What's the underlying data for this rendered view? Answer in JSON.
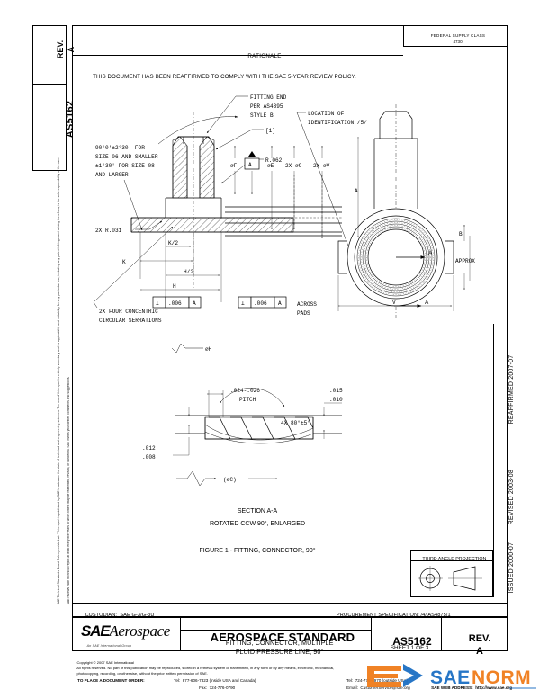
{
  "sheet": {
    "rev_label": "REV.",
    "rev_value": "A",
    "doc_number": "AS5162",
    "fsc_title": "FEDERAL SUPPLY CLASS",
    "fsc_value": "4730",
    "rationale_title": "RATIONALE",
    "rationale_text": "THIS DOCUMENT HAS BEEN REAFFIRMED TO COMPLY WITH THE SAE 5-YEAR REVIEW POLICY.",
    "left_margin_note_1": "SAE Technical Standards Board Rules provide that: “This report is published by SAE to advance the state of technical and engineering sciences. The use of this report is entirely voluntary, and its applicability and suitability for any particular use, including any patent infringement arising therefrom, is the sole responsibility of the user.”",
    "left_margin_note_2": "SAE reviews each technical report at least every five years at which time it may be reaffirmed, revised, or cancelled. SAE invites your written comments and suggestions.",
    "right_dates": [
      "REAFFIRMED 2007-07",
      "REVISED 2003-08",
      "ISSUED 2000-07"
    ],
    "third_angle_label": "THIRD ANGLE PROJECTION",
    "custodian": "CUSTODIAN:  SAE G-3/G-3U",
    "procurement": "PROCUREMENT SPECIFICATION: /4/ AS4875/1"
  },
  "titleblock": {
    "logo_sae": "SAE",
    "logo_aerospace": "Aerospace",
    "logo_sub": "An SAE International Group",
    "standard_label": "AEROSPACE STANDARD",
    "title_line1": "FITTING, CONNECTOR, MULTIPLE",
    "title_line2": "FLUID PRESSURE LINE, 90°",
    "number": "AS5162",
    "sheet_of": "SHEET 1 OF 3",
    "rev_label": "REV.",
    "rev_value": "A"
  },
  "footer": {
    "copyright": "Copyright © 2007 SAE International",
    "rights_1": "All rights reserved. No part of this publication may be reproduced, stored in a retrieval system or transmitted, in any form or by any means, electronic, mechanical,",
    "rights_2": "photocopying, recording, or otherwise, without the prior written permission of SAE.",
    "order_label": "TO PLACE A DOCUMENT ORDER:",
    "tel_inside": "Tel:  877-606-7323 (inside USA and Canada)",
    "tel_outside": "Tel:  724-776-4970 (outside USA)",
    "fax": "Fax:  724-776-0790",
    "email": "Email:  CustomerService@sae.org",
    "web": "SAE WEB ADDRESS:  http://www.sae.org",
    "watermark": "SAE NORM"
  },
  "drawing": {
    "figure_caption": "FIGURE 1 - FITTING, CONNECTOR, 90°",
    "section_caption_1": "SECTION A-A",
    "section_caption_2": "ROTATED CCW 90°, ENLARGED",
    "callouts": {
      "fitting_end_1": "FITTING END",
      "fitting_end_2": "PER AS4395",
      "fitting_end_3": "STYLE B",
      "note_ref_1": "[1]",
      "radius_062": "R.062",
      "angle_note_1": "90°0'±2°30' FOR",
      "angle_note_2": "SIZE 06 AND SMALLER",
      "angle_note_3": "±1°30' FOR SIZE 08",
      "angle_note_4": "AND LARGER",
      "radius_031": "2X R.031",
      "concentric_1": "2X FOUR CONCENTRIC",
      "concentric_2": "CIRCULAR SERRATIONS",
      "location_id_1": "LOCATION OF",
      "location_id_2": "IDENTIFICATION /5/",
      "across_pads_1": "ACROSS",
      "across_pads_2": "PADS",
      "approx": "APPROX",
      "section_arrow": "A"
    },
    "dimensions": {
      "k_half": "K/2",
      "k": "K",
      "h_half": "H/2",
      "h": "H",
      "v": "V",
      "dia_f": "ØF",
      "dia_e": "ØE",
      "dia_c": "2X ØC",
      "dia_v": "2X ØV",
      "dia_h": "ØH"
    },
    "fcf": {
      "symbol": "⟂",
      "tolerance": ".006",
      "datum": "A"
    },
    "section_detail": {
      "pitch_1": ".024-.026",
      "pitch_2": "PITCH",
      "tol_upper": ".015",
      "tol_lower": ".010",
      "angle": "4X 80°±5°",
      "depth_upper": ".012",
      "depth_lower": ".008",
      "dia_ref": "(ØC)"
    }
  }
}
